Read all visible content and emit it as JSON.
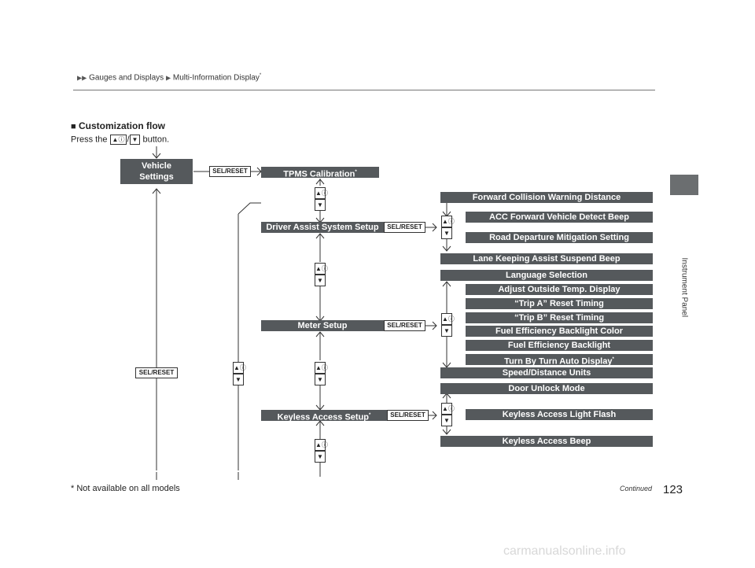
{
  "breadcrumb": {
    "items": [
      "Gauges and Displays",
      "Multi-Information Display"
    ],
    "asterisk": "*"
  },
  "side_tab": {
    "label": "Instrument Panel"
  },
  "section": {
    "marker": "■",
    "title": "Customization flow",
    "press_before": "Press the",
    "press_up": "▲ⓘ",
    "press_slash": "/",
    "press_down": "▼",
    "press_after": "button."
  },
  "flow": {
    "vehicle_settings": [
      "Vehicle",
      "Settings"
    ],
    "tpms": "TPMS Calibration",
    "driver_assist": "Driver Assist System Setup",
    "meter_setup": "Meter Setup",
    "keyless_setup": "Keyless Access Setup",
    "sel_reset": "SEL/RESET",
    "up_glyph": "▲ⓘ",
    "down_glyph": "▼",
    "asterisk": "*",
    "driver_assist_items": [
      "Forward Collision Warning Distance",
      "ACC Forward Vehicle Detect Beep",
      "Road Departure Mitigation Setting",
      "Lane Keeping Assist Suspend Beep"
    ],
    "meter_items": [
      "Language Selection",
      "Adjust Outside Temp. Display",
      "“Trip A” Reset Timing",
      "“Trip B” Reset Timing",
      "Fuel Efficiency Backlight Color",
      "Fuel Efficiency Backlight",
      "Turn By Turn Auto Display",
      "Speed/Distance Units"
    ],
    "keyless_items": [
      "Door Unlock Mode",
      "Keyless Access Light Flash",
      "Keyless Access Beep"
    ]
  },
  "footer": {
    "note": "* Not available on all models",
    "continued": "Continued",
    "page_number": "123",
    "watermark": "carmanualsonline.info"
  }
}
